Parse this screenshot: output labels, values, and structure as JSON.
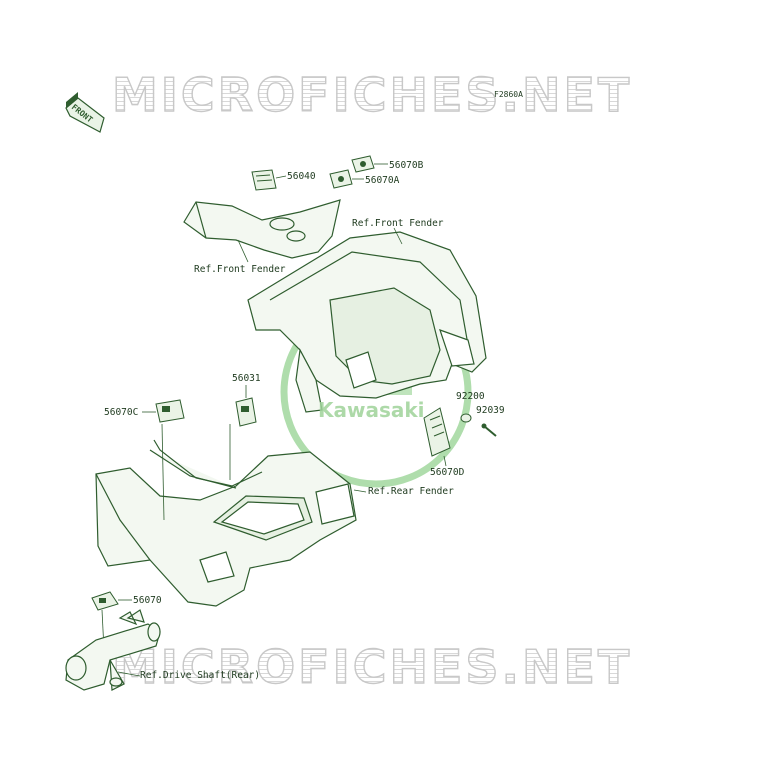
{
  "watermark": {
    "text": "MICROFICHES.NET"
  },
  "diagram_code": "F2860A",
  "front_label": "FRONT",
  "logo": {
    "letters": "KS",
    "brand": "Kawasaki"
  },
  "labels": {
    "p56040": "56040",
    "p56070B": "56070B",
    "p56070A": "56070A",
    "ref_front_fender_a": "Ref.Front Fender",
    "ref_front_fender_b": "Ref.Front Fender",
    "p56031": "56031",
    "p56070C": "56070C",
    "p92200": "92200",
    "p92039": "92039",
    "p56070D": "56070D",
    "ref_rear_fender": "Ref.Rear Fender",
    "p56070": "56070",
    "ref_drive_shaft": "Ref.Drive Shaft(Rear)"
  },
  "colors": {
    "line": "#2f5d2f",
    "part_fill": "#eef5ea",
    "logo": "#8ed08a"
  }
}
